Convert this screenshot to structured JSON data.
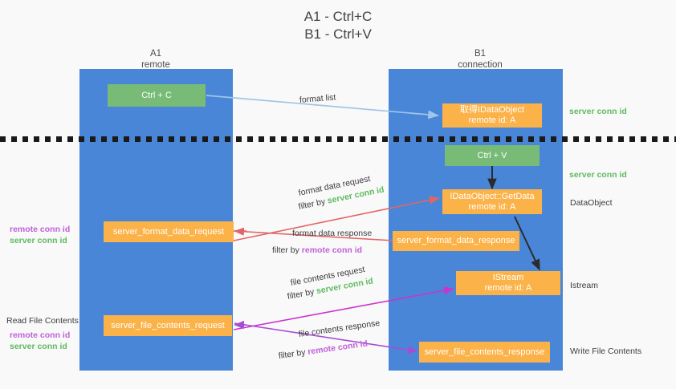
{
  "title": "A1 - Ctrl+C\nB1 - Ctrl+V",
  "columns": [
    {
      "name": "A1",
      "sub": "remote",
      "header": "A1\nremote"
    },
    {
      "name": "B1",
      "sub": "connection",
      "header": "B1\nconnection"
    }
  ],
  "boxes": {
    "ctrl_c": "Ctrl + C",
    "ctrl_v": "Ctrl + V",
    "get_data_object": "取得IDataObject\nremote id: A",
    "idataobject_getdata": "IDataObject::GetData\nremote id: A",
    "istream": "IStream\nremote id: A",
    "server_format_data_request": "server_format_data_request",
    "server_format_data_response": "server_format_data_response",
    "server_file_contents_request": "server_file_contents_request",
    "server_file_contents_response": "server_file_contents_response"
  },
  "arrow_labels": {
    "format_list": "format list",
    "format_data_request": "format data request",
    "format_data_request_filter_prefix": "filter by ",
    "format_data_request_filter_key": "server conn id",
    "format_data_response": "format data response",
    "format_data_response_filter_prefix": "filter by ",
    "format_data_response_filter_key": "remote conn id",
    "file_contents_request": "file contents request",
    "file_contents_request_filter_prefix": "filter by ",
    "file_contents_request_filter_key": "server conn id",
    "file_contents_response": "file contents response",
    "file_contents_response_filter_prefix": "filter by ",
    "file_contents_response_filter_key": "remote conn id"
  },
  "side_labels": {
    "left_format_remote": "remote conn id",
    "left_format_server": "server conn id",
    "left_read_file_contents": "Read File Contents",
    "left_file_remote": "remote conn id",
    "left_file_server": "server conn id",
    "right_server_conn_1": "server conn id",
    "right_server_conn_2": "server conn id",
    "right_dataobject": "DataObject",
    "right_istream": "Istream",
    "right_write_file_contents": "Write File Contents"
  },
  "colors": {
    "background": "#f9f9f9",
    "lane": "#4a86d8",
    "green_box": "#77bb77",
    "orange_box": "#fbb248",
    "divider": "#1a1a1a",
    "arrow_light_blue": "#9fc5e8",
    "arrow_red": "#e06666",
    "arrow_magenta": "#cc33cc",
    "arrow_purple": "#a64dd6",
    "arrow_dark": "#2b2b2b",
    "text_green": "#5fba5f",
    "text_purple": "#c060d8",
    "text_dark": "#3c3c3c"
  }
}
